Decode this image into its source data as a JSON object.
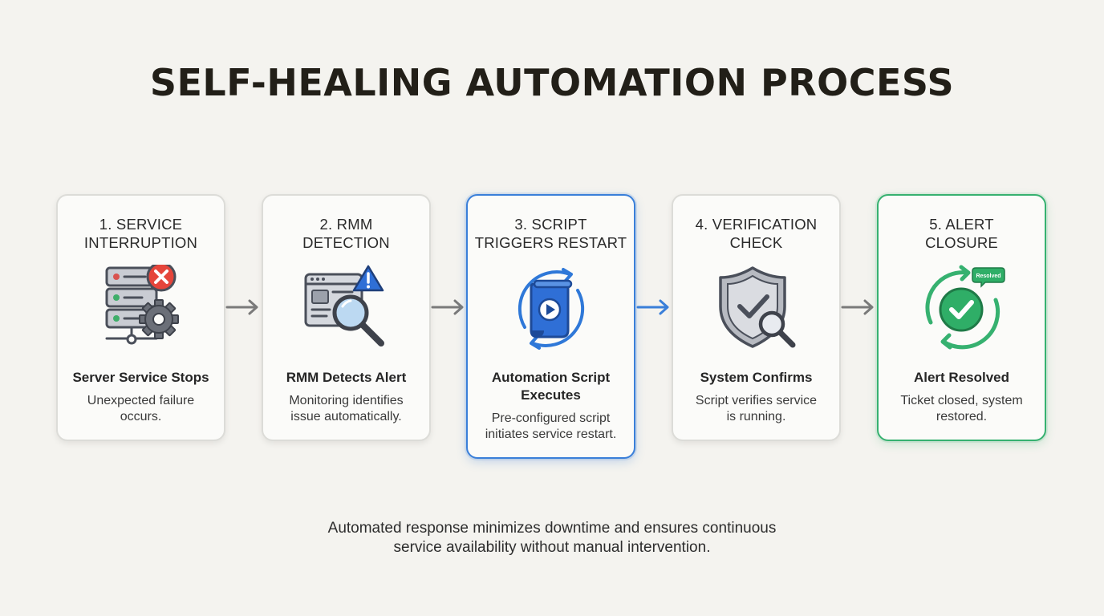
{
  "title": "SELF-HEALING AUTOMATION PROCESS",
  "steps": [
    {
      "title_line1": "1. SERVICE",
      "title_line2": "INTERRUPTION",
      "heading": "Server Service Stops",
      "desc_line1": "Unexpected failure",
      "desc_line2": "occurs.",
      "icon": "server-error-gear-icon"
    },
    {
      "title_line1": "2. RMM",
      "title_line2": "DETECTION",
      "heading": "RMM Detects Alert",
      "desc_line1": "Monitoring identifies",
      "desc_line2": "issue automatically.",
      "icon": "monitor-magnifier-warning-icon"
    },
    {
      "title_line1": "3. SCRIPT",
      "title_line2": "TRIGGERS RESTART",
      "heading_line1": "Automation Script",
      "heading_line2": "Executes",
      "desc_line1": "Pre-configured script",
      "desc_line2": "initiates service restart.",
      "icon": "script-play-cycle-icon"
    },
    {
      "title_line1": "4. VERIFICATION",
      "title_line2": "CHECK",
      "heading": "System Confirms",
      "desc_line1": "Script verifies service",
      "desc_line2": "is running.",
      "icon": "shield-check-magnifier-icon"
    },
    {
      "title_line1": "5. ALERT",
      "title_line2": "CLOSURE",
      "heading": "Alert Resolved",
      "desc_line1": "Ticket closed, system",
      "desc_line2": "restored.",
      "badge": "Resolved",
      "icon": "check-cycle-resolved-icon"
    }
  ],
  "footer_line1": "Automated response minimizes downtime and ensures continuous",
  "footer_line2": "service availability without manual intervention.",
  "colors": {
    "accent_blue": "#3a7fd9",
    "accent_green": "#36b170",
    "error_red": "#e5453b",
    "warning_blue": "#2f6fd6",
    "arrow_gray": "#7a7a7a"
  }
}
